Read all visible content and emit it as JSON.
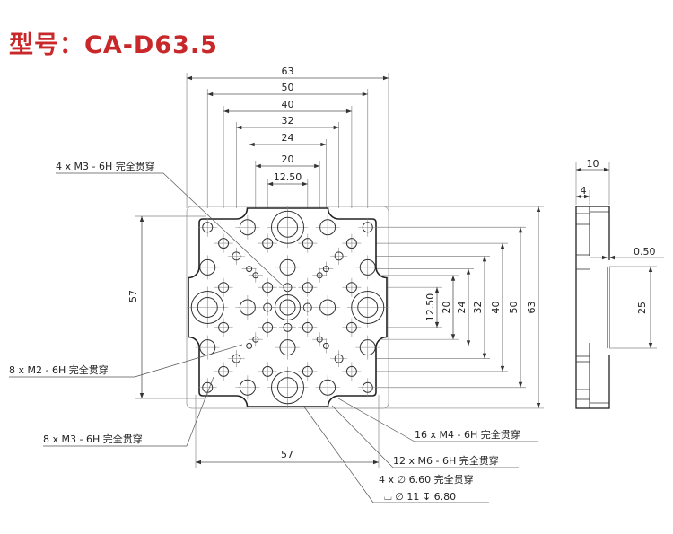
{
  "title": "型号：CA-D63.5",
  "top_dims": [
    "63",
    "50",
    "40",
    "32",
    "24",
    "20",
    "12.50"
  ],
  "right_dims": [
    "12.50",
    "20",
    "24",
    "32",
    "40",
    "50",
    "63"
  ],
  "left_dim": "57",
  "bottom_dim": "57",
  "side_dims": {
    "width": "10",
    "step": "4",
    "offset": "0.50",
    "height": "25"
  },
  "callouts": {
    "m3_center": "4 x  M3 - 6H 完全贯穿",
    "m2": "8 x  M2 - 6H 完全贯穿",
    "m3_outer": "8 x  M3 - 6H 完全贯穿",
    "m4": "16 x  M4 - 6H 完全贯穿",
    "m6": "12 x  M6 - 6H 完全贯穿",
    "cbore_line1": "4 x  ∅  6.60 完全贯穿",
    "cbore_line2": "⌴  ∅  11  ↧  6.80"
  },
  "colors": {
    "title": "#c8282a",
    "line": "#333333"
  }
}
